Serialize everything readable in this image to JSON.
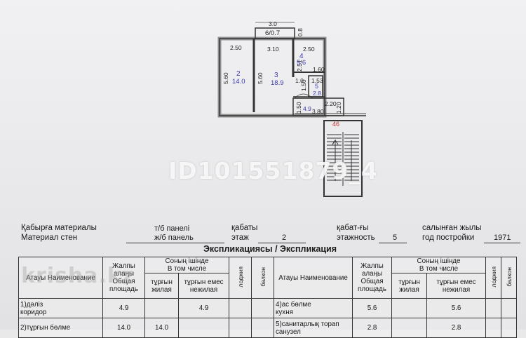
{
  "plan": {
    "dims": {
      "top_3_0": "3.0",
      "balcony": "6/0.7",
      "right_0_8": "0.8",
      "w_2_50a": "2.50",
      "w_3_10": "3.10",
      "w_2_50b": "2.50",
      "h_5_60a": "5.60",
      "h_5_60b": "5.60",
      "h_2_51": "2.51",
      "w_1_60": "1.60",
      "w_1_53": "1.53",
      "w_1_0": "1.0",
      "h_1_50a": "1.50",
      "h_1_50b": "1.50",
      "w_2_20": "2.20",
      "w_3_80": "3.80",
      "h_1_20": "1.20"
    },
    "rooms": [
      {
        "no": "2",
        "area": "14.0"
      },
      {
        "no": "3",
        "area": "18.9"
      },
      {
        "no": "4",
        "area": "5.6"
      },
      {
        "no": "5",
        "area": "2.8"
      },
      {
        "no": "1",
        "area": "4.9"
      }
    ],
    "stair_label": "46",
    "watermark": "ID101551879_4"
  },
  "meta": {
    "wall_kz": "Қабырға материалы",
    "wall_ru": "Материал стен",
    "wall_value_kz": "т/б панелі",
    "wall_value_ru": "ж/б панель",
    "floor_kz": "қабаты",
    "floor_ru": "этаж",
    "floor_value": "2",
    "floors_kz": "қабат-ғы",
    "floors_ru": "этажность",
    "floors_value": "5",
    "year_kz": "салынған жылы",
    "year_ru": "год постройки",
    "year_value": "1971"
  },
  "explication": {
    "title": "Экспликациясы / Экспликация",
    "headers": {
      "name": "Атауы Наименование",
      "total": "Жалпы алаңы Общая площадь",
      "incl_kz": "Соның ішінде",
      "incl_ru": "В том числе",
      "living": "тұрғын жилая",
      "nonliving": "тұрғын емес нежилая",
      "loggia": "лоджия",
      "balcony": "балкон"
    },
    "left_rows": [
      {
        "name_kz": "1)дәліз",
        "name_ru": "коридор",
        "total": "4.9",
        "living": "",
        "nonliving": "4.9"
      },
      {
        "name_kz": "2)тұрғын бөлме",
        "name_ru": "",
        "total": "14.0",
        "living": "14.0",
        "nonliving": ""
      }
    ],
    "right_rows": [
      {
        "name_kz": "4)ас бөлме",
        "name_ru": "кухня",
        "total": "5.6",
        "living": "",
        "nonliving": "5.6"
      },
      {
        "name_kz": "5)санитарлық торап",
        "name_ru": "санузел",
        "total": "2.8",
        "living": "",
        "nonliving": "2.8"
      }
    ]
  },
  "watermark_site": "krisha.kz"
}
